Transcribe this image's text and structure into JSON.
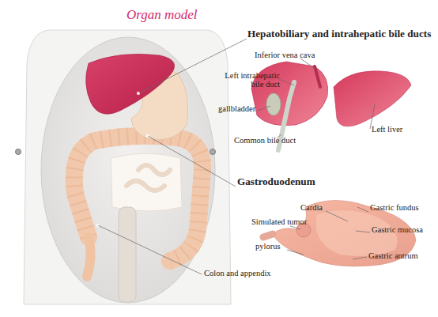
{
  "diagram": {
    "title": "Organ model",
    "labels": [
      "Hepatobiliary and intrahepatic bile ducts",
      "Inferior vena cava",
      "Left intrahepatic bile duct",
      "gallbladder",
      "Left liver",
      "Common bile duct",
      "Gastroduodenum",
      "Cardia",
      "Gastric fundus",
      "Gastric mucosa",
      "Simulated tumor",
      "pylorus",
      "Gastric antrum",
      "Colon and appendix"
    ]
  }
}
